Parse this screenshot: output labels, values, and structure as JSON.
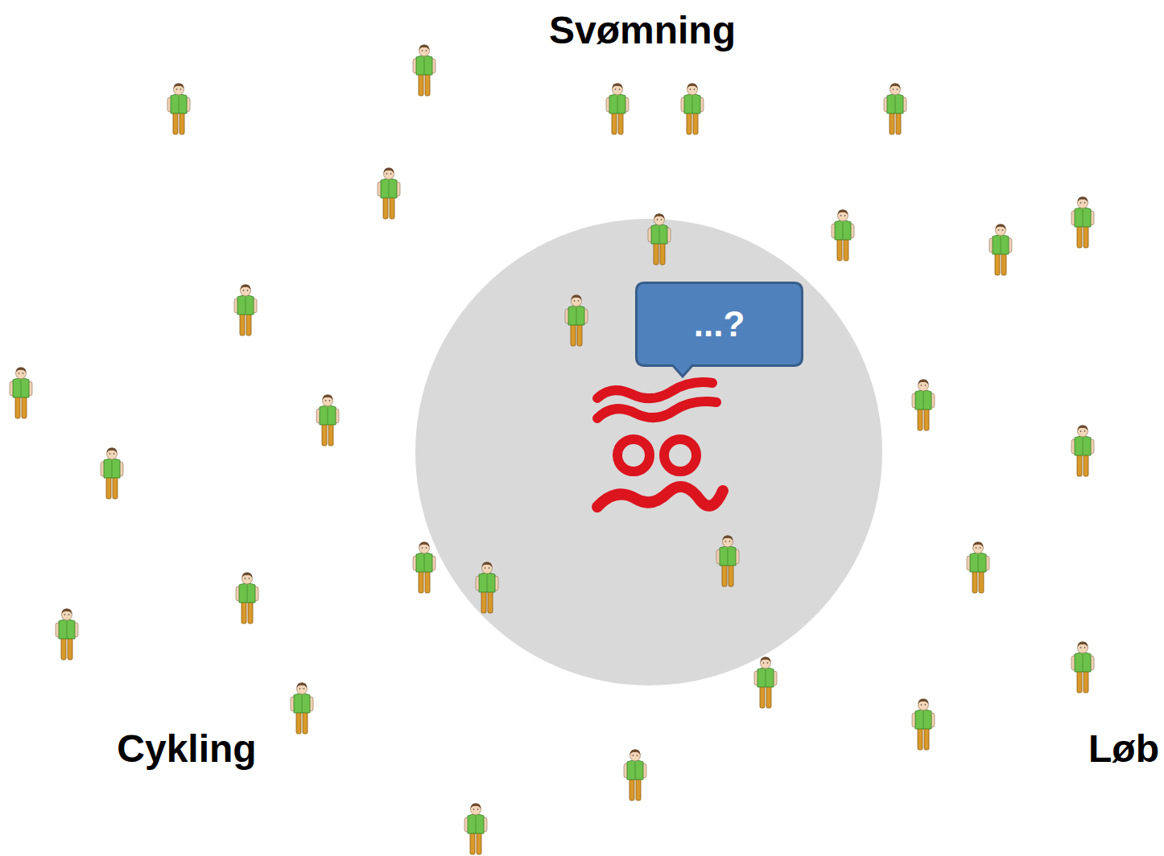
{
  "diagram": {
    "nodes": [
      {
        "text": [
          "...?"
        ]
      }
    ],
    "labels": [
      "Svømning",
      "Cykling",
      "Løb"
    ]
  }
}
